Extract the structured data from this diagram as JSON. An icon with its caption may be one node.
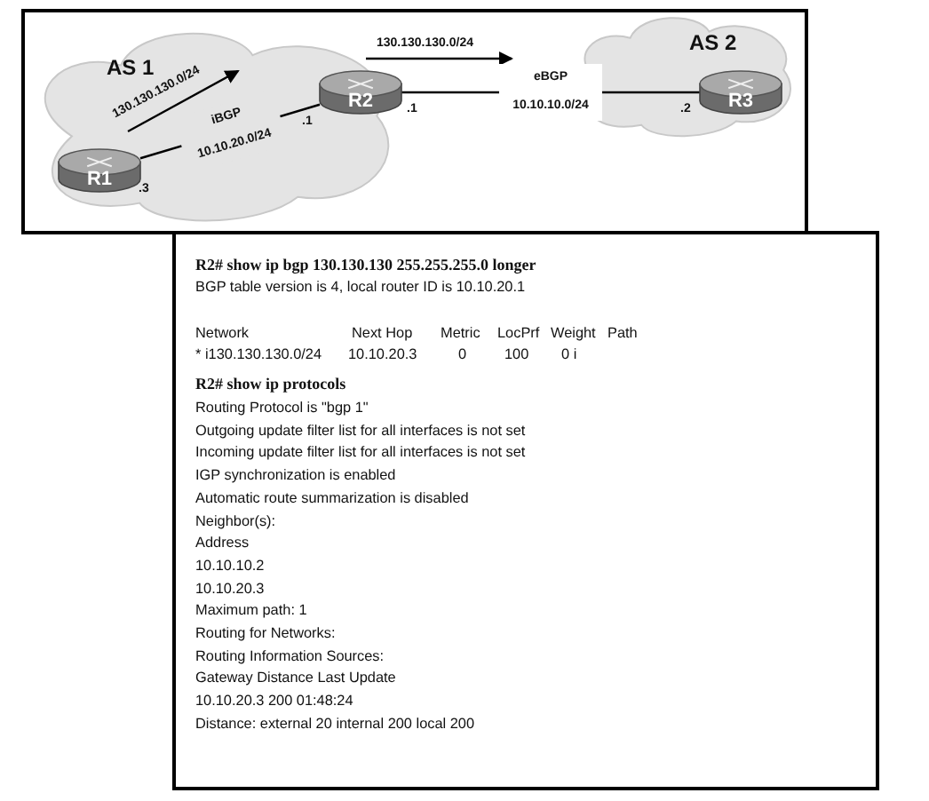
{
  "diagram": {
    "nodes": [
      {
        "text": [
          "AS 1"
        ]
      },
      {
        "text": [
          "R1"
        ],
        "in": 0
      },
      {
        "text": [
          "R2"
        ],
        "in": 0
      },
      {
        "text": [
          "AS 2"
        ]
      },
      {
        "text": [
          "R3"
        ],
        "in": 3
      }
    ],
    "edges": [
      {
        "from": 1,
        "to": 2,
        "arrow": "none",
        "label": "iBGP 10.10.20.0/24"
      },
      {
        "from": 2,
        "to": 4,
        "arrow": "none",
        "label": "eBGP 10.10.10.0/24"
      }
    ],
    "labels": [
      "130.130.130.0/24",
      "130.130.130.0/24",
      ".1",
      ".1",
      ".2",
      ".3",
      "R2# show ip bgp 130.130.130 255.255.255.0 longer",
      "BGP table version is 4, local router ID is 10.10.20.1",
      "Network",
      "Next Hop",
      "Metric",
      "LocPrf",
      "Weight",
      "Path",
      "* i130.130.130.0/24",
      "10.10.20.3",
      "0",
      "100",
      "0 i",
      "R2# show ip protocols",
      "Routing Protocol is \"bgp 1\"",
      "Outgoing update filter list for all interfaces is not set",
      "Incoming update filter list for all interfaces is not set",
      "IGP synchronization is enabled",
      "Automatic route summarization is disabled",
      "Neighbor(s):",
      "Address",
      "10.10.10.2",
      "10.10.20.3",
      "Maximum path: 1",
      "Routing for Networks:",
      "Routing Information Sources:",
      "Gateway Distance Last Update",
      "10.10.20.3 200 01:48:24",
      "Distance: external 20 internal 200 local 200"
    ]
  }
}
